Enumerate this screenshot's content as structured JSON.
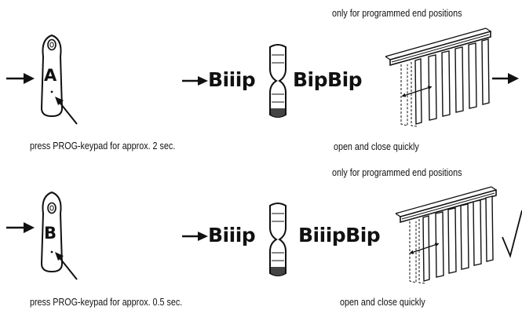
{
  "rows": [
    {
      "remote_letter": "A",
      "press_caption": "press PROG-keypad for approx. 2 sec.",
      "sound_first": "Biiip",
      "sound_second_a": "Bip",
      "sound_second_b": "Bip",
      "end_positions_note": "only for programmed end positions",
      "blind_caption": "open and close quickly"
    },
    {
      "remote_letter": "B",
      "press_caption": "press PROG-keypad for approx. 0.5 sec.",
      "sound_first": "Biiip",
      "sound_second_a": "Biiip",
      "sound_second_b": "Bip",
      "end_positions_note": "only for programmed end positions",
      "blind_caption": "open and close quickly"
    }
  ],
  "icons": [
    "arrow-right-icon",
    "remote-control-icon",
    "hourglass-icon",
    "vertical-blind-icon",
    "checkmark-icon"
  ]
}
